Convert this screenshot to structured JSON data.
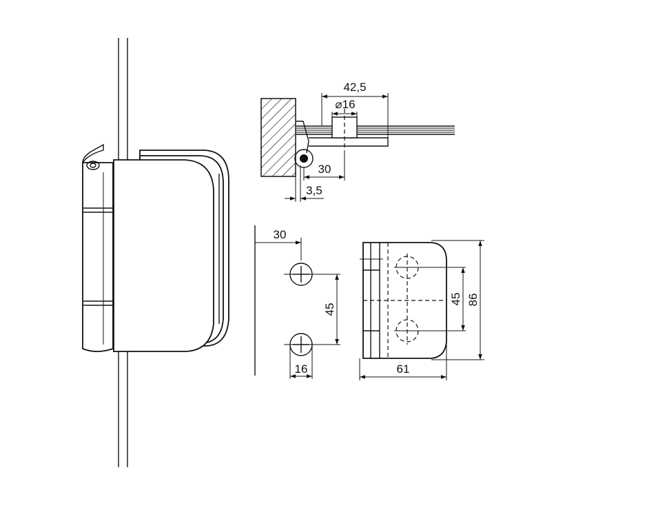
{
  "dimensions": {
    "top_width": "42,5",
    "top_diameter": "⌀16",
    "top_offset": "30",
    "top_gap": "3,5",
    "side_offset": "30",
    "hole_spacing": "45",
    "hole_diameter": "16",
    "plate_hole_spacing": "45",
    "plate_height": "86",
    "plate_width": "61"
  },
  "colors": {
    "line": "#111111",
    "background": "#ffffff"
  }
}
